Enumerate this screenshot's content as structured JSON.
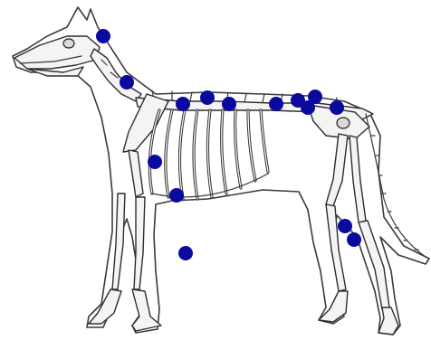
{
  "image": {
    "subject": "dog-skeleton-illustration"
  },
  "colors": {
    "marker": "#0a0a9e",
    "line": "#2e2e2e",
    "bone": "#f4f4f4",
    "background": "#ffffff"
  },
  "markers": [
    {
      "id": "m1"
    },
    {
      "id": "m2"
    },
    {
      "id": "m3"
    },
    {
      "id": "m4"
    },
    {
      "id": "m5"
    },
    {
      "id": "m6"
    },
    {
      "id": "m7"
    },
    {
      "id": "m8"
    },
    {
      "id": "m9"
    },
    {
      "id": "m10"
    },
    {
      "id": "m11"
    },
    {
      "id": "m12"
    },
    {
      "id": "m13"
    },
    {
      "id": "m14"
    },
    {
      "id": "m15"
    },
    {
      "id": "m16"
    },
    {
      "id": "m17"
    }
  ]
}
